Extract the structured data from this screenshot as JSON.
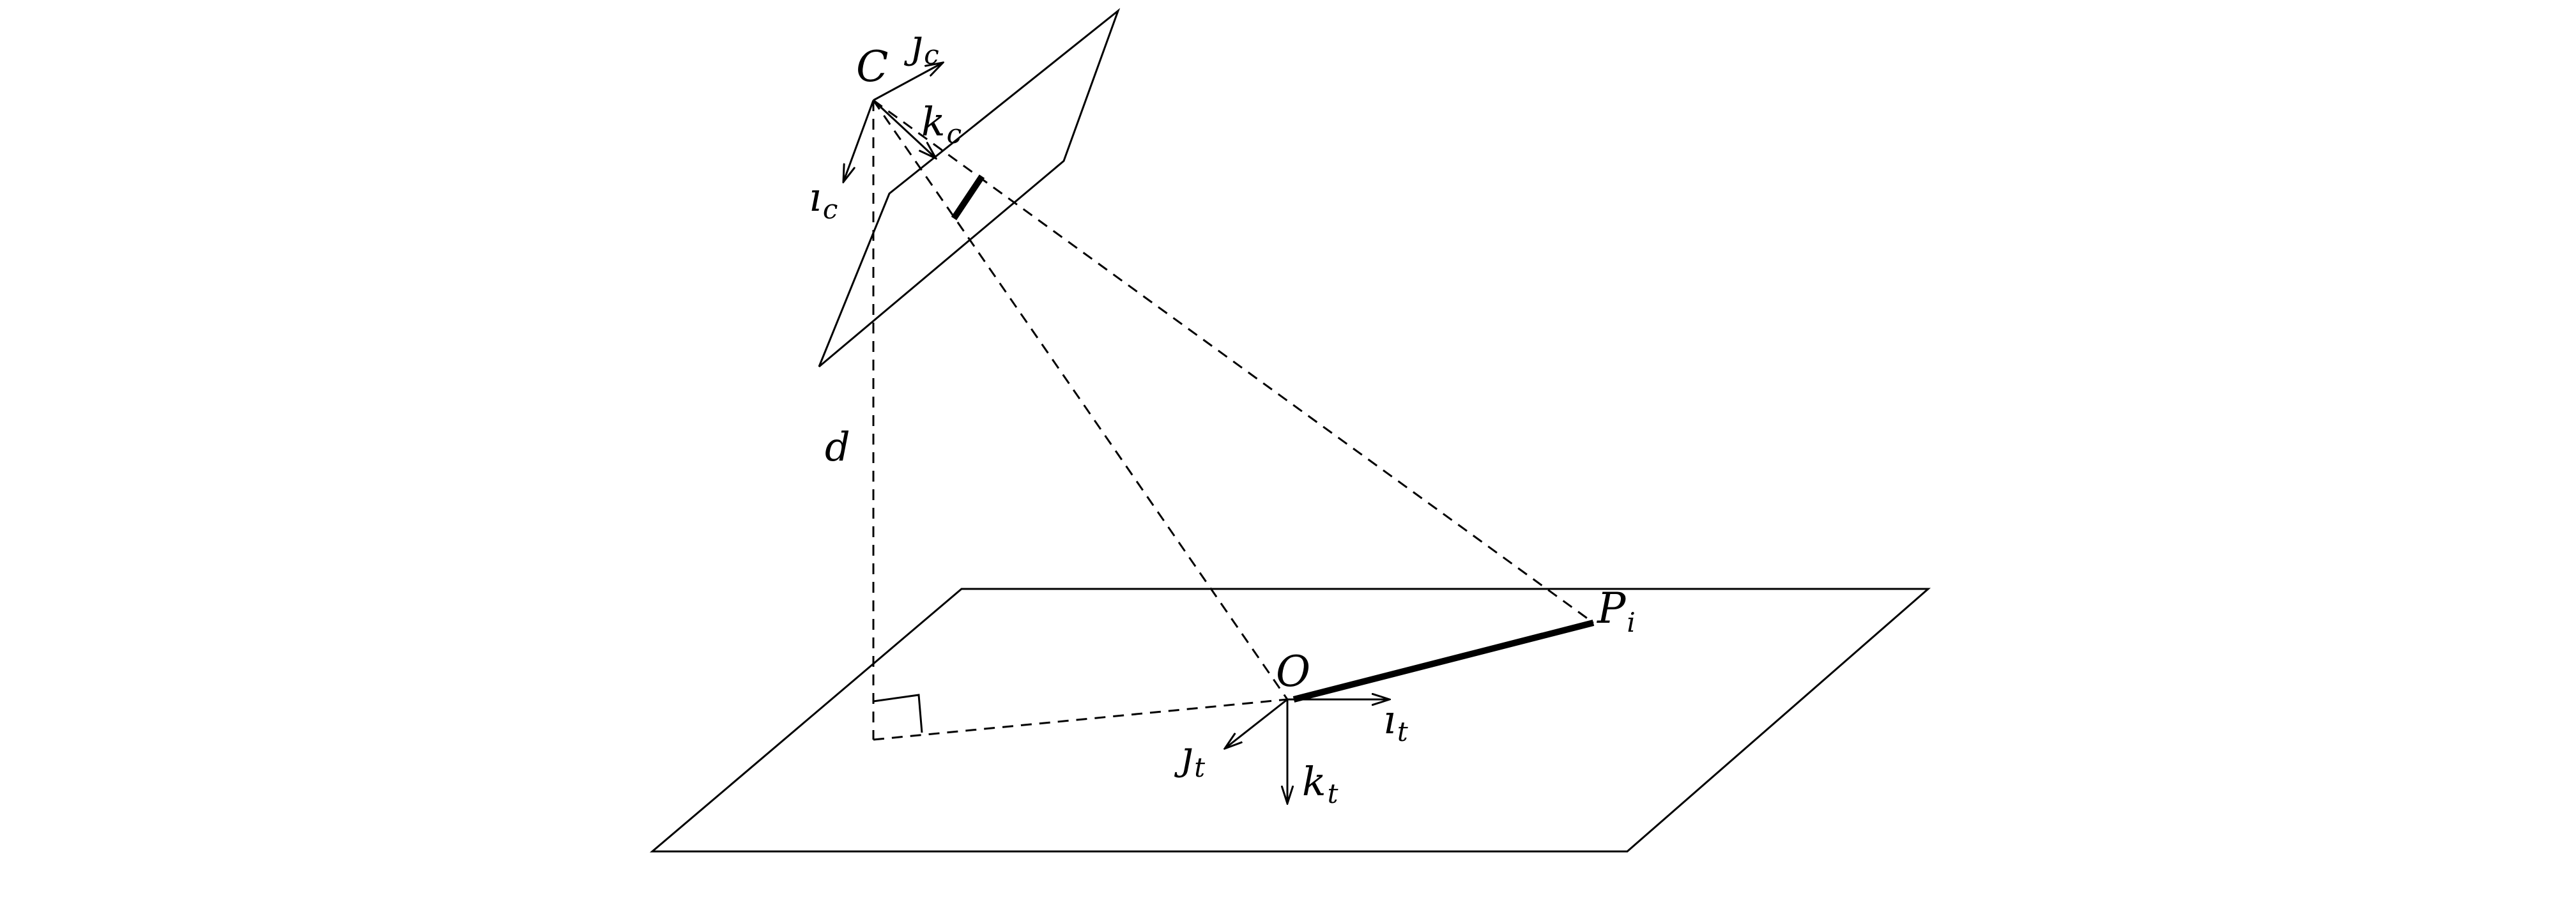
{
  "camera": {
    "center_label": "C",
    "axis_i": {
      "base": "ı",
      "sub": "c"
    },
    "axis_j": {
      "base": "ȷ",
      "sub": "c"
    },
    "axis_k": {
      "base": "k",
      "sub": "c"
    }
  },
  "ground": {
    "origin_label": "O",
    "axis_i": {
      "base": "ı",
      "sub": "t"
    },
    "axis_j": {
      "base": "ȷ",
      "sub": "t"
    },
    "axis_k": {
      "base": "k",
      "sub": "t"
    }
  },
  "point": {
    "base": "P",
    "sub": "i"
  },
  "distance_label": "d"
}
